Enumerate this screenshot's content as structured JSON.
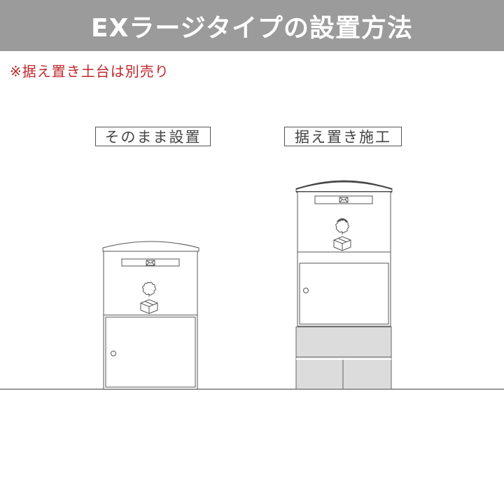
{
  "header": {
    "title": "EXラージタイプの設置方法"
  },
  "note": "※据え置き土台は別売り",
  "labels": {
    "left": "そのまま設置",
    "right": "据え置き施工"
  },
  "colors": {
    "header_bg": "#9b9b9b",
    "note_text": "#c0282d",
    "line": "#555555",
    "base_fill": "#dcdcdc"
  },
  "icons": [
    "envelope-icon",
    "flower-icon",
    "package-box-icon",
    "lock-knob-icon"
  ]
}
